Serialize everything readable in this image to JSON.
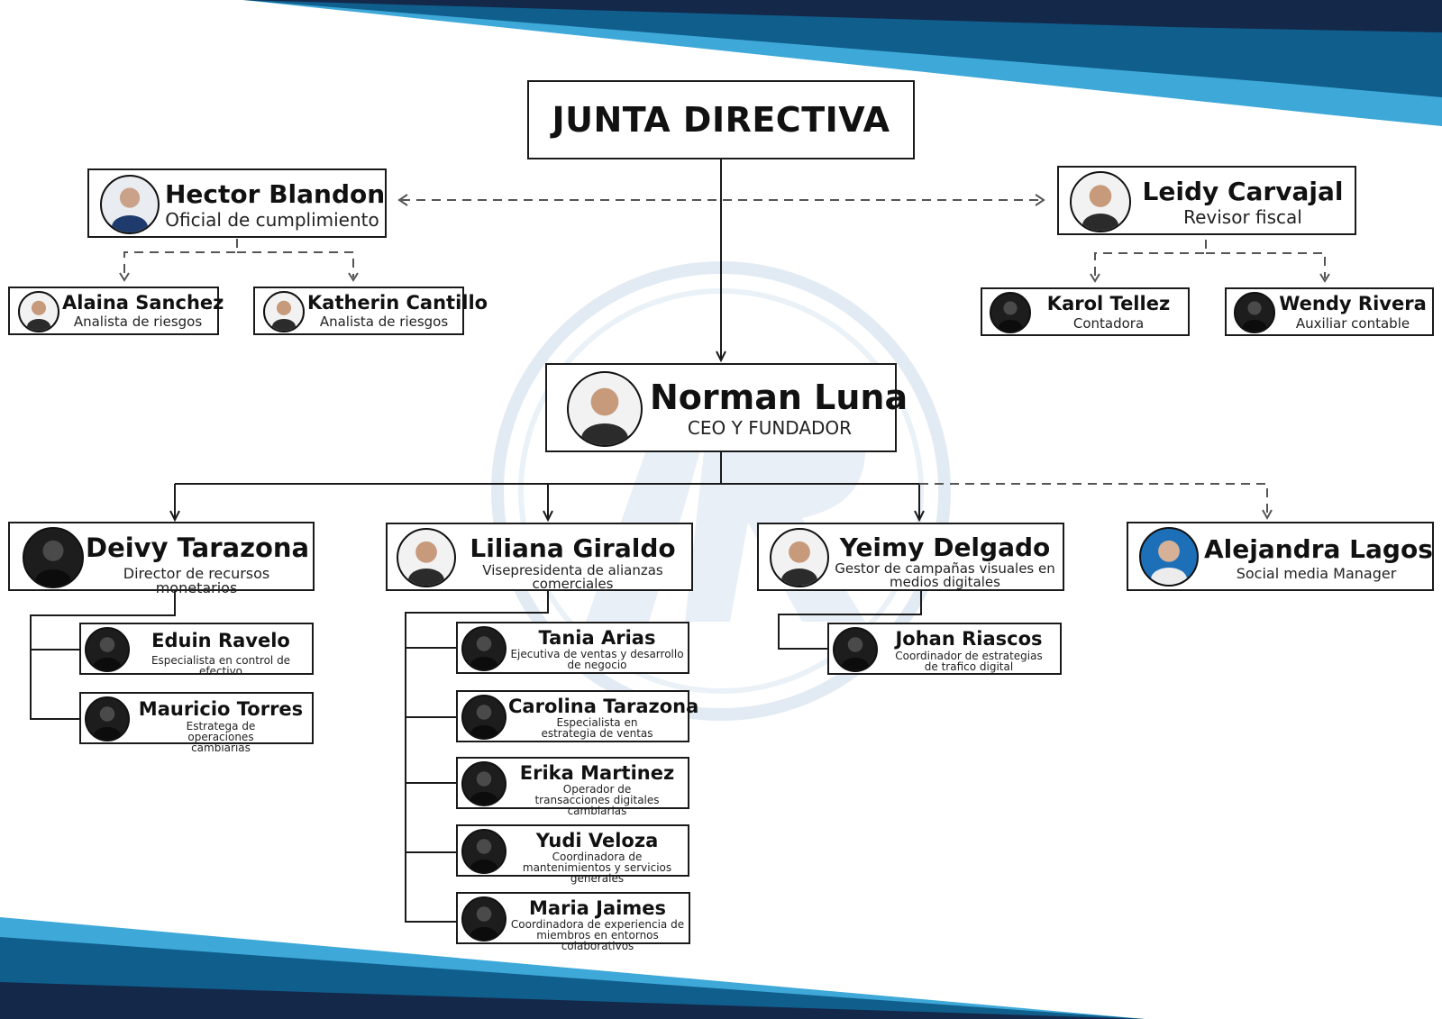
{
  "title": "JUNTA DIRECTIVA",
  "colors": {
    "navy": "#14284a",
    "blue": "#0f5e8c",
    "light_blue": "#3ea8d8",
    "line": "#1a1a1a",
    "dashed": "#666666",
    "watermark": "#dfe9f3"
  },
  "nodes": {
    "hector": {
      "name": "Hector Blandon",
      "role": "Oficial de cumplimiento"
    },
    "leidy": {
      "name": "Leidy Carvajal",
      "role": "Revisor fiscal"
    },
    "alaina": {
      "name": "Alaina Sanchez",
      "role": "Analista de riesgos"
    },
    "katherin": {
      "name": "Katherin Cantillo",
      "role": "Analista de riesgos"
    },
    "karol": {
      "name": "Karol Tellez",
      "role": "Contadora"
    },
    "wendy": {
      "name": "Wendy Rivera",
      "role": "Auxiliar contable"
    },
    "norman": {
      "name": "Norman Luna",
      "role": "CEO Y FUNDADOR"
    },
    "deivy": {
      "name": "Deivy Tarazona",
      "role": "Director de recursos monetarios"
    },
    "liliana": {
      "name": "Liliana Giraldo",
      "role": "Visepresidenta de alianzas comerciales"
    },
    "yeimy": {
      "name": "Yeimy Delgado",
      "role": "Gestor de campañas visuales en medios digitales"
    },
    "alejandra": {
      "name": "Alejandra Lagos",
      "role": "Social media Manager"
    },
    "eduin": {
      "name": "Eduin Ravelo",
      "role": "Especialista en control de efectivo"
    },
    "mauricio": {
      "name": "Mauricio Torres",
      "role": "Estratega de operaciones cambiarias"
    },
    "tania": {
      "name": "Tania Arias",
      "role": "Ejecutiva de ventas y desarrollo de negocio"
    },
    "carolina": {
      "name": "Carolina Tarazona",
      "role": "Especialista en estrategia de ventas"
    },
    "erika": {
      "name": "Erika Martinez",
      "role": "Operador de transacciones digitales cambiarias"
    },
    "yudi": {
      "name": "Yudi Veloza",
      "role": "Coordinadora de mantenimientos y servicios generales"
    },
    "maria": {
      "name": "Maria Jaimes",
      "role": "Coordinadora de experiencia de miembros en entornos colaborativos"
    },
    "johan": {
      "name": "Johan Riascos",
      "role": "Coordinador de estrategias de trafico digital"
    }
  }
}
